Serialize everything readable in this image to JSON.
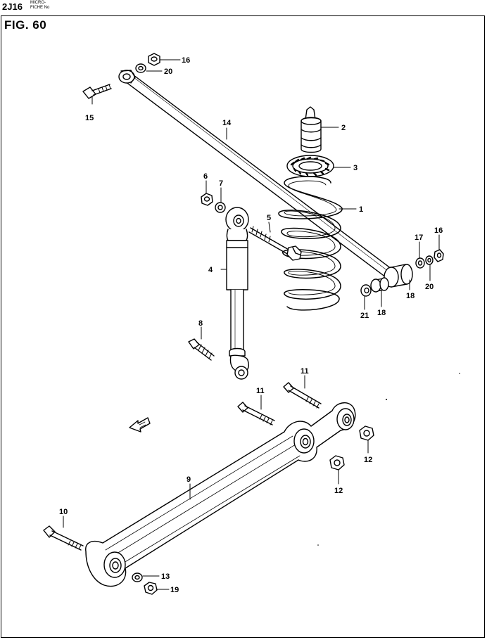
{
  "header": {
    "code": "2J16",
    "micro_line1": "MICRO-",
    "micro_line2": "FICHE No"
  },
  "figure": {
    "title": "FIG.  60"
  },
  "callouts": {
    "p1": "1",
    "p2": "2",
    "p3": "3",
    "p4": "4",
    "p5": "5",
    "p6": "6",
    "p7": "7",
    "p8": "8",
    "p9": "9",
    "p10": "10",
    "p11a": "11",
    "p11b": "11",
    "p12a": "12",
    "p12b": "12",
    "p13": "13",
    "p14": "14",
    "p15": "15",
    "p16a": "16",
    "p16b": "16",
    "p17": "17",
    "p18a": "18",
    "p18b": "18",
    "p19": "19",
    "p20a": "20",
    "p20b": "20",
    "p21": "21"
  }
}
